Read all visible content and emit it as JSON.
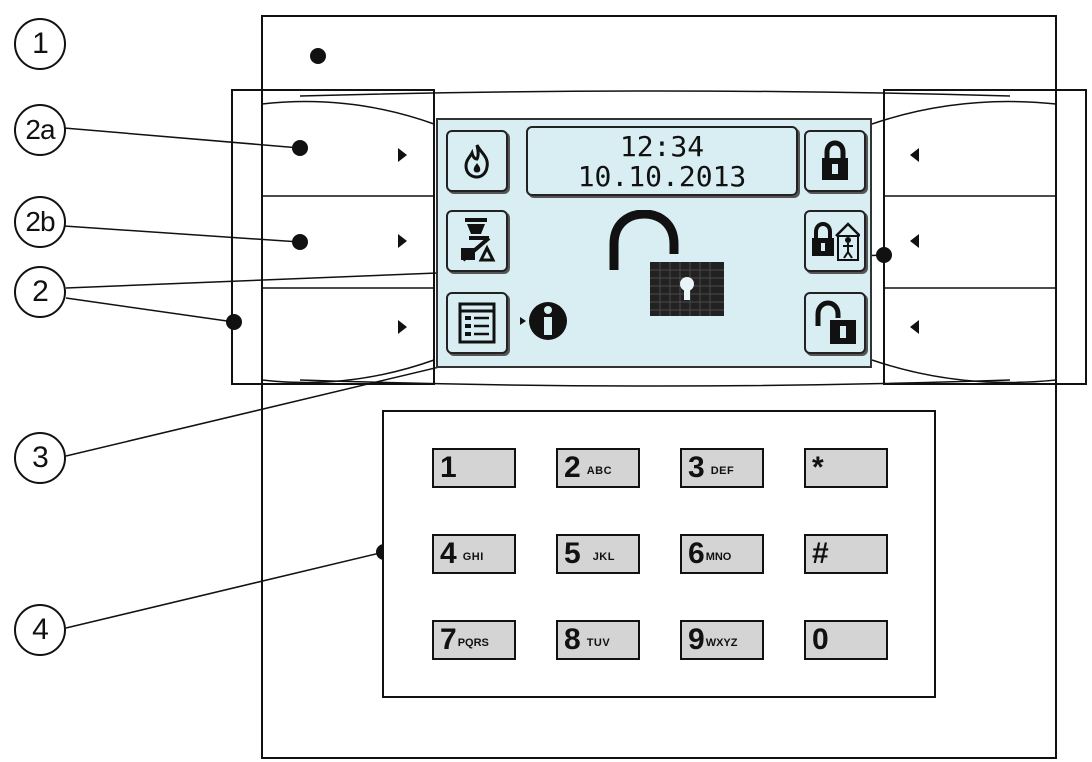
{
  "callouts": {
    "c1": "1",
    "c2a": "2a",
    "c2b": "2b",
    "c2": "2",
    "c3": "3",
    "c4": "4"
  },
  "display": {
    "time": "12:34",
    "date": "10.10.2013",
    "left_icons": [
      "fire-icon",
      "service-icon",
      "list-icon"
    ],
    "right_icons": [
      "lock-closed-icon",
      "lock-home-icon",
      "lock-open-icon"
    ],
    "center_icon": "padlock-open-icon",
    "info_icon": "info-icon"
  },
  "keypad": {
    "keys": [
      {
        "digit": "1",
        "letters": ""
      },
      {
        "digit": "2",
        "letters": "ABC"
      },
      {
        "digit": "3",
        "letters": "DEF"
      },
      {
        "digit": "*",
        "letters": ""
      },
      {
        "digit": "4",
        "letters": "GHI"
      },
      {
        "digit": "5",
        "letters": "JKL"
      },
      {
        "digit": "6",
        "letters": "MNO"
      },
      {
        "digit": "#",
        "letters": ""
      },
      {
        "digit": "7",
        "letters": "PQRS"
      },
      {
        "digit": "8",
        "letters": "TUV"
      },
      {
        "digit": "9",
        "letters": "WXYZ"
      },
      {
        "digit": "0",
        "letters": ""
      }
    ]
  },
  "colors": {
    "lcd_background": "#d9eef3",
    "key_fill": "#d4d4d4",
    "line": "#111111"
  }
}
